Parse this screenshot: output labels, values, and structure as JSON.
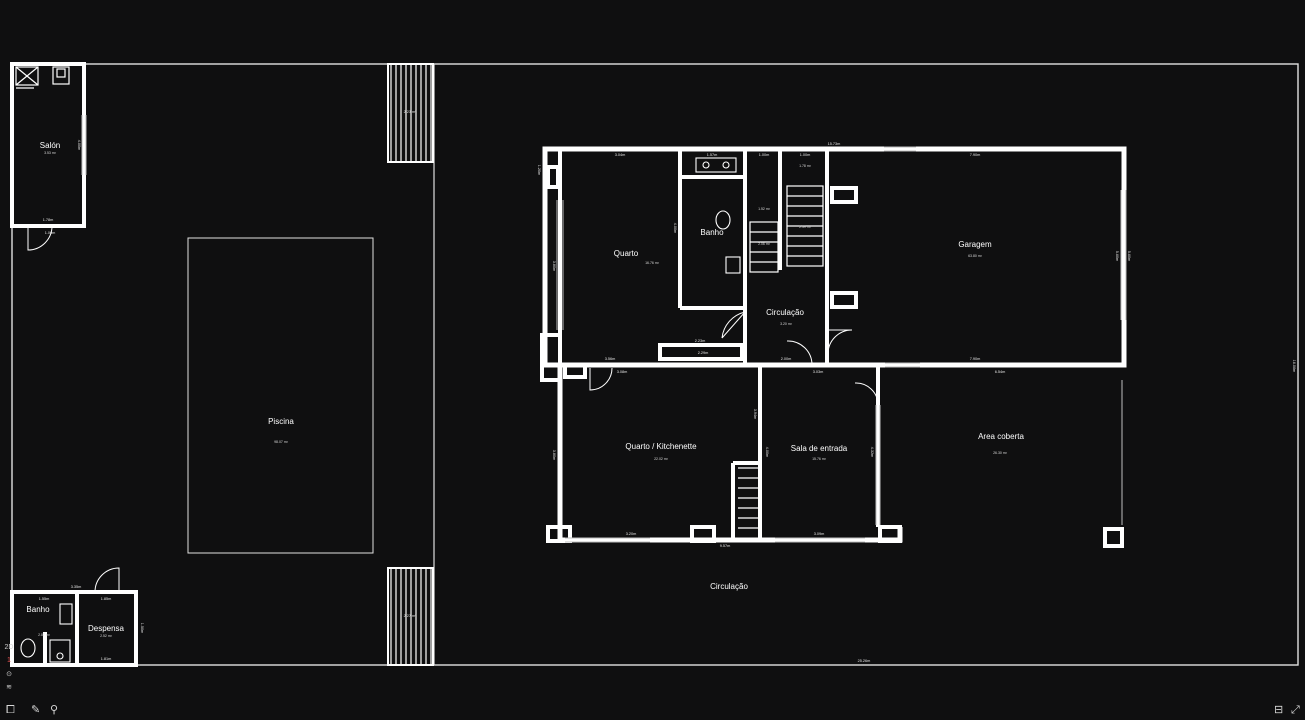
{
  "rooms": {
    "salon": {
      "name": "Salón",
      "area": "3.53 m²"
    },
    "piscina": {
      "name": "Piscina",
      "area": "98.07 m²"
    },
    "banho_pool": {
      "name": "Banho",
      "area": "2.87 m²"
    },
    "despensa": {
      "name": "Despensa",
      "area": "2.52 m²"
    },
    "quarto": {
      "name": "Quarto",
      "area": "16.76 m²"
    },
    "banho": {
      "name": "Banho",
      "area": ""
    },
    "garagem": {
      "name": "Garagem",
      "area": "63.80 m²"
    },
    "circulacao_int": {
      "name": "Circulação",
      "area": "3.20 m²"
    },
    "quarto_kitchenette": {
      "name": "Quarto / Kitchenette",
      "area": "22.02 m²"
    },
    "sala_entrada": {
      "name": "Sala de entrada",
      "area": "15.76 m²"
    },
    "area_coberta": {
      "name": "Area coberta",
      "area": "26.30 m²"
    },
    "circulacao_ext": {
      "name": "Circulação",
      "area": ""
    },
    "stair_small_1": {
      "area": "1.52 m²"
    },
    "stair_small_2": {
      "area": "2.06 m²"
    },
    "stair_small_3": {
      "area": "1.78 m²"
    },
    "stair_small_4": {
      "area": "2.39 m²"
    }
  },
  "dimensions": {
    "overall_width": "25.26m",
    "overall_height": "16.06m",
    "house_width": "15.73m",
    "house_bottom": "9.57m",
    "quarto_top": "3.04m",
    "banho_top": "1.57m",
    "circ_top": "1.00m",
    "stair_top": "1.00m",
    "garagem_top": "7.90m",
    "garagem_bottom": "7.90m",
    "quarto_side": "3.80m",
    "quarto_inner_side": "4.00m",
    "garagem_side": "5.60m",
    "garagem_inner": "5.60m",
    "qk_top1": "3.56m",
    "qk_top2": "3.08m",
    "qk_side": "3.80m",
    "qk_bottom": "3.20m",
    "qk_inner": "3.94m",
    "sala_side": "4.00m",
    "sala_bottom": "3.09m",
    "sala_right": "4.32m",
    "area_cob_top": "6.54m",
    "circ_w1": "2.23m",
    "circ_w2": "2.00m",
    "circ_w3": "2.29m",
    "circ_w4": "3.03m",
    "salon_bottom": "1.78m",
    "salon_side": "4.00m",
    "salon_door": "1.00m",
    "pool_top": "3.35m",
    "banho_pool_top": "1.55m",
    "despensa_top": "1.85m",
    "despensa_bottom": "1.81m",
    "despensa_side": "1.50m",
    "stair_a": "2.23 m²",
    "stair_b": "2.27 m²",
    "left_small": "1.20m"
  },
  "toolbar": {
    "tool_1": "2D",
    "level": "1",
    "tool_2": "⊙",
    "tool_3": "≋"
  },
  "bottom_tools": {
    "fit": "⧠",
    "draw": "✎",
    "pin": "⚲",
    "view_toggle": "⊟",
    "fullscreen": "⤢"
  },
  "colors": {
    "background": "#0f0f10",
    "wall": "#ffffff",
    "line": "#e0e0e0"
  }
}
